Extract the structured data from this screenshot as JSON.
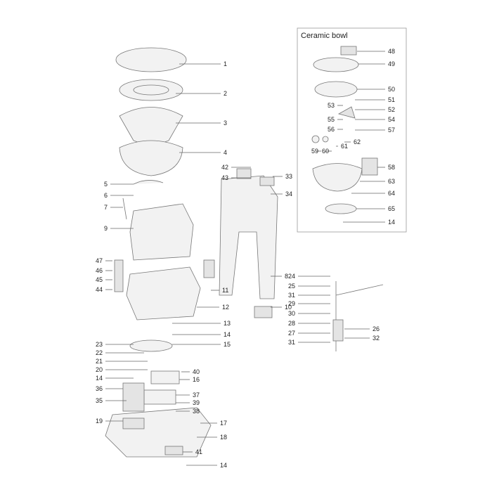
{
  "inset": {
    "title": "Ceramic bowl"
  },
  "labels": [
    "1",
    "2",
    "3",
    "4",
    "8",
    "10",
    "11",
    "12",
    "13",
    "14",
    "15",
    "16",
    "17",
    "18",
    "14",
    "33",
    "34",
    "42",
    "43",
    "40",
    "37",
    "39",
    "38",
    "41",
    "5",
    "6",
    "7",
    "9",
    "47",
    "46",
    "45",
    "44",
    "23",
    "22",
    "21",
    "20",
    "14",
    "36",
    "35",
    "19",
    "24",
    "25",
    "31",
    "29",
    "30",
    "28",
    "27",
    "31",
    "26",
    "32",
    "48",
    "49",
    "50",
    "51",
    "52",
    "53",
    "54",
    "55",
    "56",
    "57",
    "59",
    "60",
    "61",
    "62",
    "58",
    "63",
    "64",
    "65",
    "14"
  ]
}
